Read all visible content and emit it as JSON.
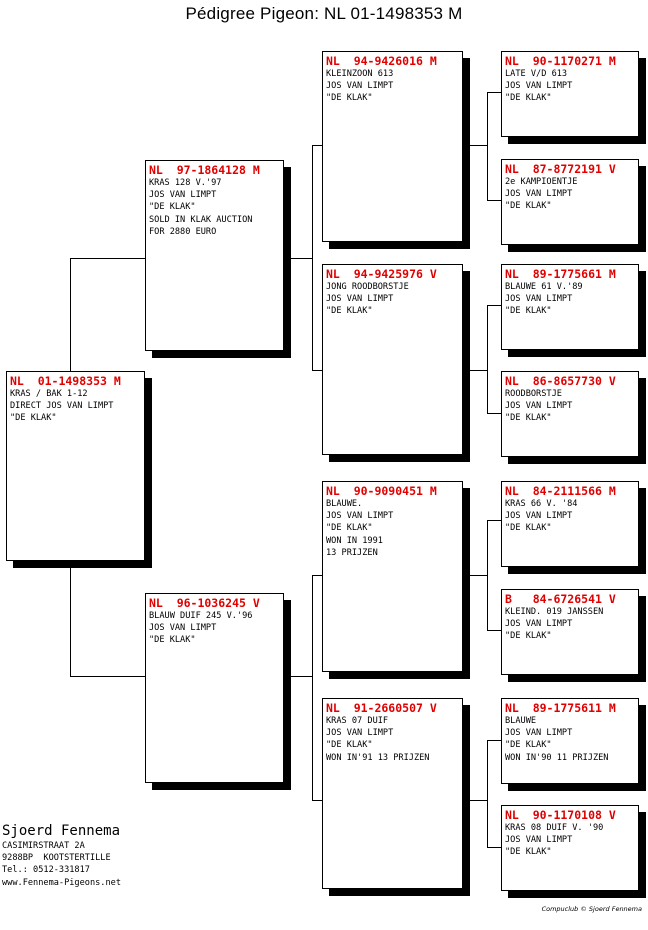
{
  "title": "Pédigree Pigeon: NL  01-1498353 M",
  "pigeons": {
    "main": {
      "ring": "NL  01-1498353 M",
      "lines": [
        "KRAS / BAK 1-12",
        "DIRECT JOS VAN LIMPT",
        "\"DE KLAK\""
      ]
    },
    "father": {
      "ring": "NL  97-1864128 M",
      "lines": [
        "KRAS 128 V.'97",
        "JOS VAN LIMPT",
        "\"DE KLAK\"",
        "SOLD IN KLAK AUCTION",
        "FOR 2880 EURO"
      ]
    },
    "mother": {
      "ring": "NL  96-1036245 V",
      "lines": [
        "BLAUW DUIF 245 V.'96",
        "JOS VAN LIMPT",
        "\"DE KLAK\""
      ]
    },
    "ff": {
      "ring": "NL  94-9426016 M",
      "lines": [
        "KLEINZOON 613",
        "JOS VAN LIMPT",
        "\"DE KLAK\""
      ]
    },
    "fm": {
      "ring": "NL  94-9425976 V",
      "lines": [
        "JONG ROODBORSTJE",
        "JOS VAN LIMPT",
        "\"DE KLAK\""
      ]
    },
    "mf": {
      "ring": "NL  90-9090451 M",
      "lines": [
        "BLAUWE.",
        "JOS VAN LIMPT",
        "\"DE KLAK\"",
        "WON IN 1991",
        "13 PRIJZEN"
      ]
    },
    "mm": {
      "ring": "NL  91-2660507 V",
      "lines": [
        "KRAS 07 DUIF",
        "JOS VAN LIMPT",
        "\"DE KLAK\"",
        "WON IN'91 13 PRIJZEN"
      ]
    },
    "fff": {
      "ring": "NL  90-1170271 M",
      "lines": [
        "LATE V/D 613",
        "JOS VAN LIMPT",
        "\"DE KLAK\""
      ]
    },
    "ffm": {
      "ring": "NL  87-8772191 V",
      "lines": [
        "2e KAMPIOENTJE",
        "JOS VAN LIMPT",
        "\"DE KLAK\""
      ]
    },
    "fmf": {
      "ring": "NL  89-1775661 M",
      "lines": [
        "BLAUWE 61 V.'89",
        "JOS VAN LIMPT",
        "\"DE KLAK\""
      ]
    },
    "fmm": {
      "ring": "NL  86-8657730 V",
      "lines": [
        "ROODBORSTJE",
        "JOS VAN LIMPT",
        "\"DE KLAK\""
      ]
    },
    "mff": {
      "ring": "NL  84-2111566 M",
      "lines": [
        "KRAS 66 V. '84",
        "JOS VAN LIMPT",
        "\"DE KLAK\""
      ]
    },
    "mfm": {
      "ring": "B   84-6726541 V",
      "lines": [
        "KLEIND. 019 JANSSEN",
        "JOS VAN LIMPT",
        "\"DE KLAK\""
      ]
    },
    "mmf": {
      "ring": "NL  89-1775611 M",
      "lines": [
        "BLAUWE",
        "JOS VAN LIMPT",
        "\"DE KLAK\"",
        "WON IN'90 11 PRIJZEN"
      ]
    },
    "mmm": {
      "ring": "NL  90-1170108 V",
      "lines": [
        "KRAS 08 DUIF V. '90",
        "JOS VAN LIMPT",
        "\"DE KLAK\""
      ]
    }
  },
  "owner": {
    "name": "Sjoerd Fennema",
    "lines": [
      "CASIMIRSTRAAT 2A",
      "9288BP  KOOTSTERTILLE",
      "Tel.: 0512-331817",
      "www.Fennema-Pigeons.net"
    ]
  },
  "credit": "Compuclub © Sjoerd Fennema"
}
